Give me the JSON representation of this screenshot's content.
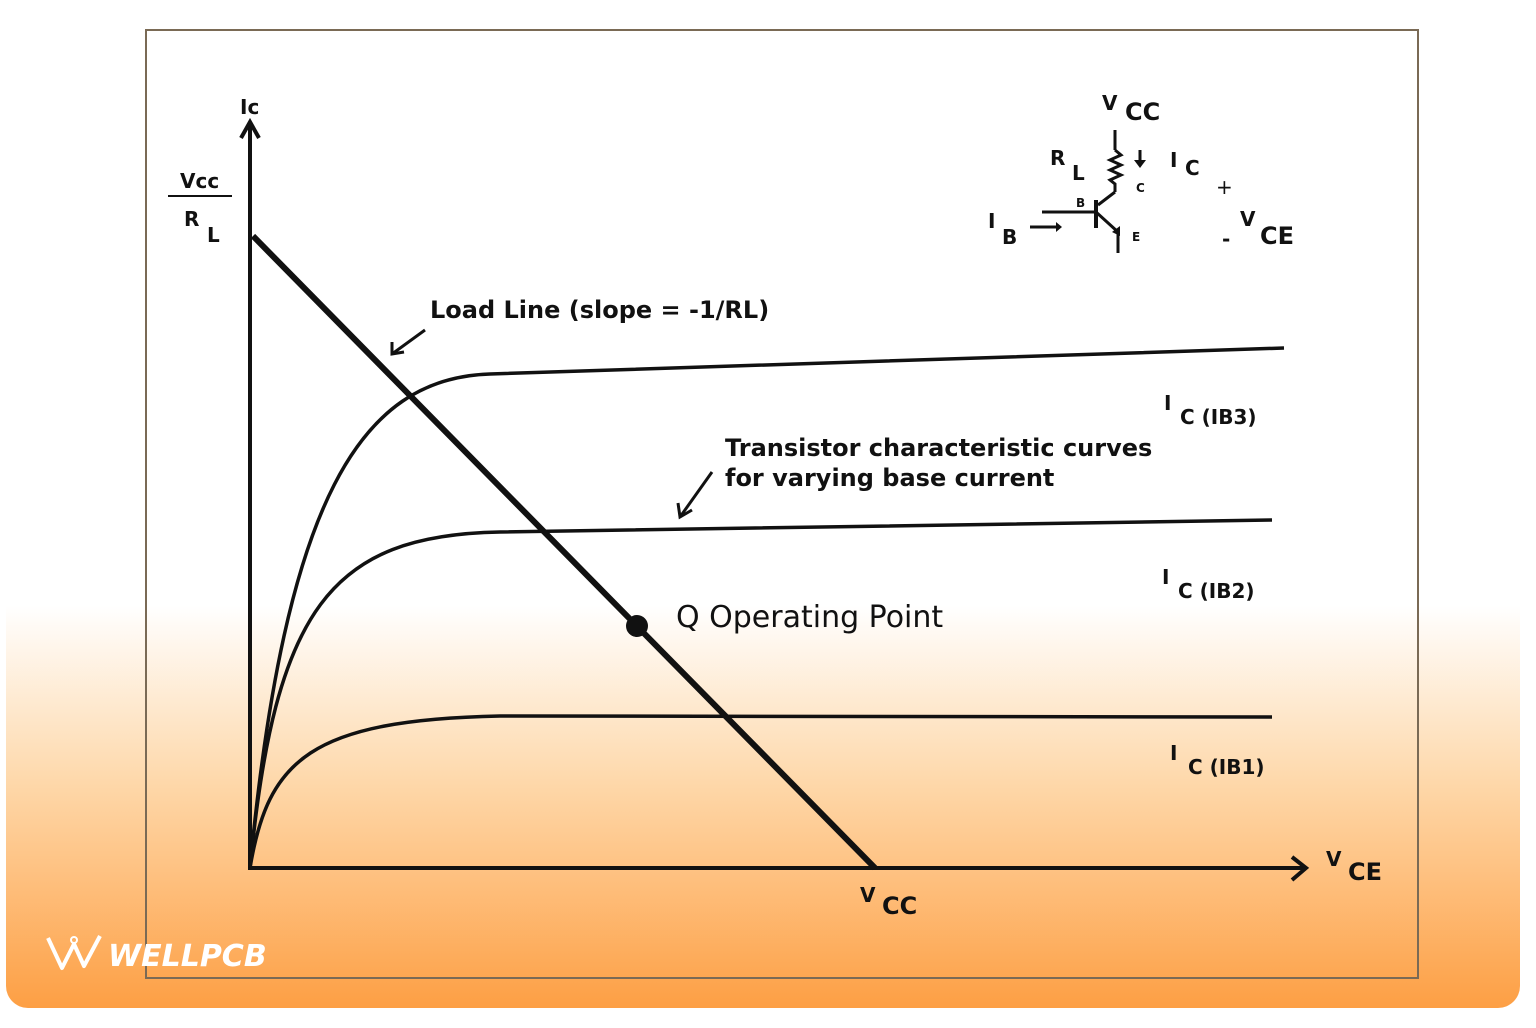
{
  "diagram": {
    "y_axis_label": "Ic",
    "x_axis_label": {
      "main": "V",
      "sub": "CE"
    },
    "y_intercept": {
      "numerator": "Vcc",
      "denominator_main": "R",
      "denominator_sub": "L"
    },
    "x_intercept": {
      "main": "V",
      "sub": "CC"
    },
    "load_line_label": "Load Line (slope = -1/RL)",
    "curves_label_line1": "Transistor characteristic curves",
    "curves_label_line2": "for varying base current",
    "q_point_label": "Q Operating Point",
    "curves": [
      {
        "main": "I",
        "sub": "C (IB3)"
      },
      {
        "main": "I",
        "sub": "C (IB2)"
      },
      {
        "main": "I",
        "sub": "C (IB1)"
      }
    ],
    "circuit": {
      "vcc_main": "V",
      "vcc_sub": "CC",
      "rl_main": "R",
      "rl_sub": "L",
      "ic_main": "I",
      "ic_sub": "C",
      "ib_main": "I",
      "ib_sub": "B",
      "vce_main": "V",
      "vce_sub": "CE",
      "plus": "+",
      "minus": "-",
      "pin_b": "B",
      "pin_c": "C",
      "pin_e": "E"
    }
  },
  "watermark": "WELLPCB",
  "colors": {
    "background_bottom": "#fda54a",
    "line": "#111111"
  }
}
